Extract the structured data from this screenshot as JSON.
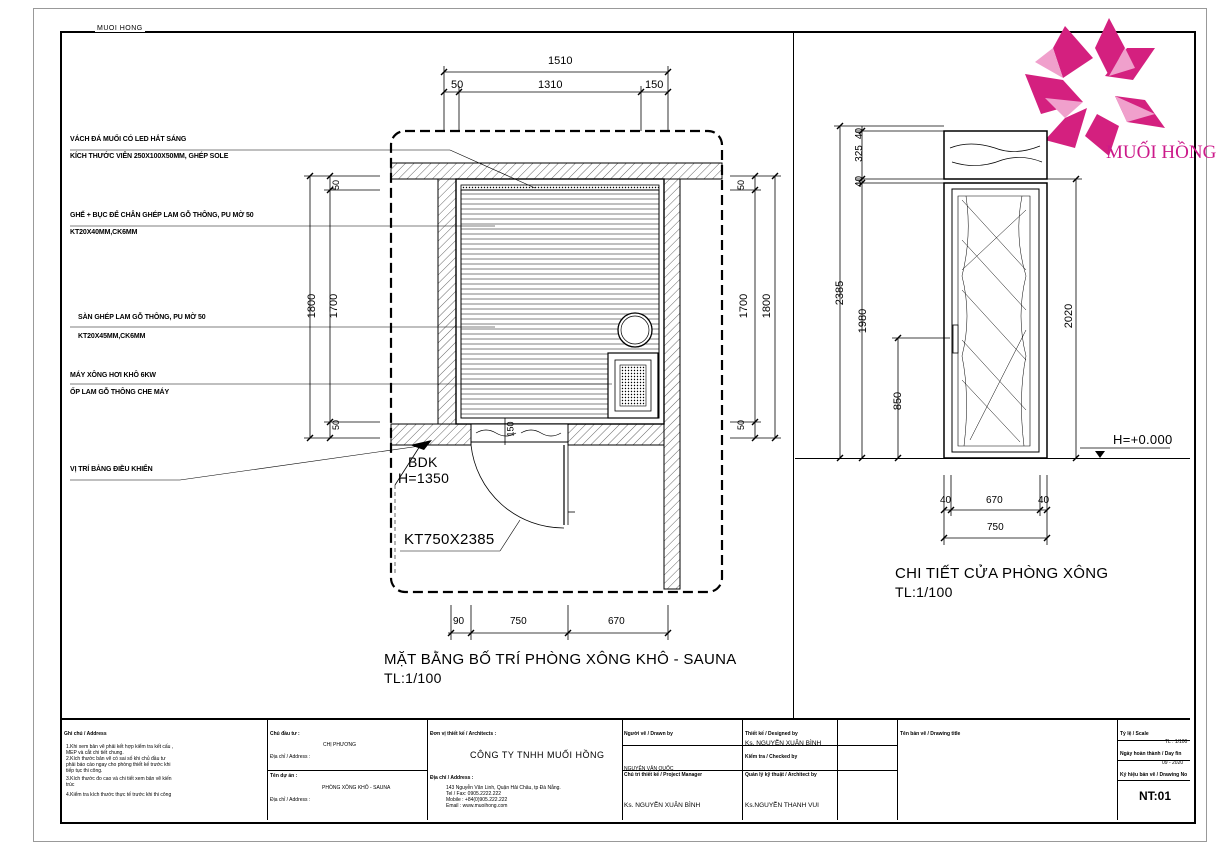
{
  "frame_tag": "MUOI HONG",
  "logo": {
    "text": "MUỐI HỒNG",
    "color": "#cc1a8a"
  },
  "plan": {
    "title": "MẶT BẰNG BỐ TRÍ PHÒNG XÔNG KHÔ - SAUNA",
    "scale": "TL:1/100",
    "dims_top": {
      "total": "1510",
      "left": "50",
      "middle": "1310",
      "right": "150"
    },
    "dims_left": {
      "total": "1800",
      "inner": "1700",
      "top": "50",
      "bottom": "50"
    },
    "dims_right": {
      "total": "1800",
      "inner": "1700",
      "top": "50",
      "bottom": "50"
    },
    "dims_bottom": {
      "a": "90",
      "b": "750",
      "c": "670"
    },
    "dim_step": "150",
    "notes": [
      "VÁCH ĐÁ MUỐI CÓ LED HẮT SÁNG",
      "KÍCH THƯỚC VIÊN 250X100X50MM, GHÉP SOLE",
      "GHẾ + BỤC ĐỂ CHÂN GHÉP LAM GỖ THÔNG, PU MỜ 50",
      "KT20X40MM,CK6MM",
      "SÀN GHÉP LAM GỖ THÔNG, PU MỜ 50",
      "KT20X45MM,CK6MM",
      "MÁY XÔNG HƠI KHÔ 6KW",
      "ỐP LAM GỖ THÔNG CHE MÁY",
      "VỊ TRÍ BẢNG ĐIỀU KHIỂN"
    ],
    "bdk_label": "BDK",
    "bdk_height": "H=1350",
    "door_label": "KT750X2385"
  },
  "door": {
    "title": "CHI TIẾT CỬA PHÒNG XÔNG",
    "scale": "TL:1/100",
    "dims_left": {
      "top": "40",
      "transom": "325",
      "mid": "40",
      "total": "2385",
      "door": "1980",
      "handle": "850"
    },
    "dims_right": {
      "door": "2020"
    },
    "dims_bottom": {
      "left": "40",
      "middle": "670",
      "right": "40",
      "total": "750"
    },
    "level": "H=+0.000"
  },
  "title_block": {
    "notes_header": "Ghi chú / Address",
    "notes_lines": [
      "1.Khi xem bản vẽ phải kết hợp kiểm tra kết cấu ,",
      "MEP và cắt chi tiết chung.",
      "2.Kích thước bản vẽ có sai số khi chủ đầu tư",
      "phải báo cáo ngay cho phòng thiết kế trước khi",
      "tiếp tục thi công.",
      "3.Kích thước đo cao và chi tiết xem bản vẽ kiến",
      "trúc",
      "4.Kiểm tra kích thước thực tế trước khi thi công"
    ],
    "owner_header": "Chủ đầu tư :",
    "owner_value": "CHỊ PHƯƠNG",
    "owner_addr_header": "Địa chỉ / Address :",
    "item_header": "Tên dự án :",
    "item_value": "PHÒNG XÔNG KHÔ - SAUNA",
    "item_addr_header": "Địa chỉ / Address :",
    "designer_header": "Đơn vị thiết kế / Architects :",
    "company": "CÔNG TY TNHH MUỐI HỒNG",
    "designer_addr_header": "Địa chỉ / Address :",
    "designer_addr": "143 Nguyễn Văn Linh, Quận Hải Châu, tp Đà Nẵng.",
    "designer_tel": "Tel / Fax: 0905.2222.222",
    "designer_mobile": "Mobile : +84(0)905.222.222",
    "designer_email": "Email : www.muoihong.com",
    "drawn_header": "Người vẽ / Drawn by",
    "drawn_value": "NGUYỄN VĂN QUỐC",
    "pm_header": "Chủ trì thiết kế / Project Manager",
    "pm_value": "Ks. NGUYỄN XUÂN BÌNH",
    "design_header": "Thiết kế / Designed by",
    "design_value": "Ks. NGUYỄN XUÂN BÌNH",
    "check_header": "Kiểm tra / Checked by",
    "approve_header": "Quản lý kỹ thuật / Architect by",
    "approve_value": "Ks.NGUYỄN THANH VUI",
    "sheet_header": "Tên bản vẽ / Drawing title",
    "scale_header": "Tỷ lệ / Scale",
    "scale_value": "TL : 1/100",
    "date_header": "Ngày hoàn thành / Day fin",
    "date_value": "09 - 2020",
    "code_header": "Ký hiệu bản vẽ / Drawing No",
    "code": "NT:01"
  }
}
